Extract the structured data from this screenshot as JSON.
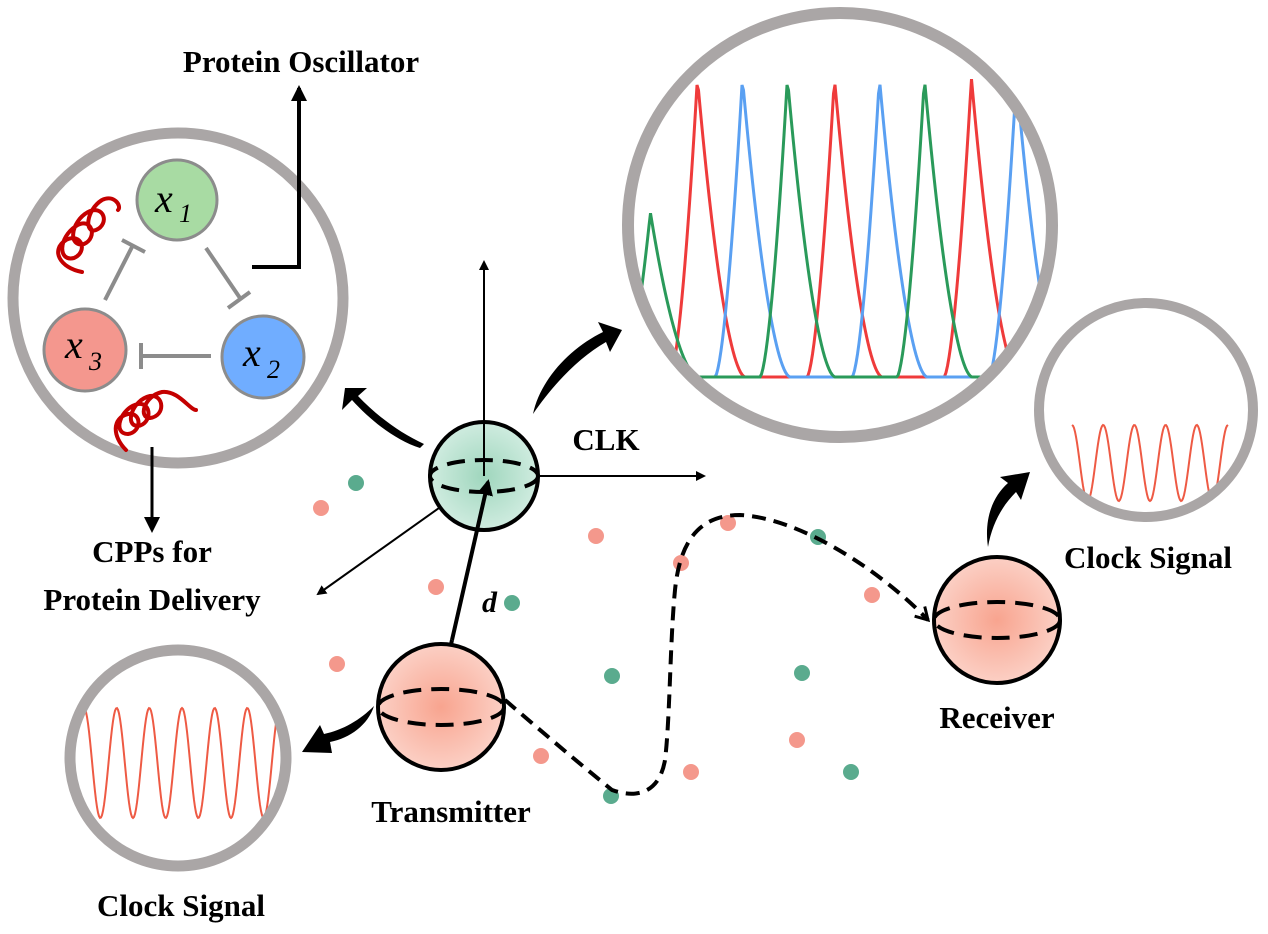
{
  "labels": {
    "protein_oscillator": "Protein Oscillator",
    "clk": "CLK",
    "cpps_line1": "CPPs for",
    "cpps_line2": "Protein Delivery",
    "distance": "d",
    "transmitter": "Transmitter",
    "receiver": "Receiver",
    "clock_signal_receiver": "Clock Signal",
    "clock_signal_transmitter": "Clock Signal"
  },
  "oscillator_nodes": [
    {
      "id": "x1",
      "symbol": "x",
      "subscript": "1",
      "color": "#a8dba3"
    },
    {
      "id": "x2",
      "symbol": "x",
      "subscript": "2",
      "color": "#70adff"
    },
    {
      "id": "x3",
      "symbol": "x",
      "subscript": "3",
      "color": "#f4978e"
    }
  ],
  "repression_edges": [
    {
      "from": "x1",
      "to": "x2"
    },
    {
      "from": "x2",
      "to": "x3"
    },
    {
      "from": "x3",
      "to": "x1"
    }
  ],
  "colors": {
    "ring": "#aaa6a6",
    "clk_cell": "#bfe5d5",
    "clk_cell_center": "#9fd6bd",
    "tx_cell": "#fbc7bb",
    "tx_cell_center": "#f8a48f",
    "pink_dot": "#f4988c",
    "green_dot": "#5aab8e",
    "protein_helix": "#c40000",
    "signal": "#ee5a44",
    "series_red": "#ef3b3b",
    "series_blue": "#5aa0f2",
    "series_green": "#2a9a5a"
  },
  "oscillation_series": [
    {
      "name": "x3",
      "color": "#ef3b3b",
      "peaks": 3
    },
    {
      "name": "x2",
      "color": "#5aa0f2",
      "peaks": 3
    },
    {
      "name": "x1",
      "color": "#2a9a5a",
      "peaks": 3
    }
  ],
  "clock_signal_cycles": {
    "receiver": 5,
    "transmitter": 6
  }
}
